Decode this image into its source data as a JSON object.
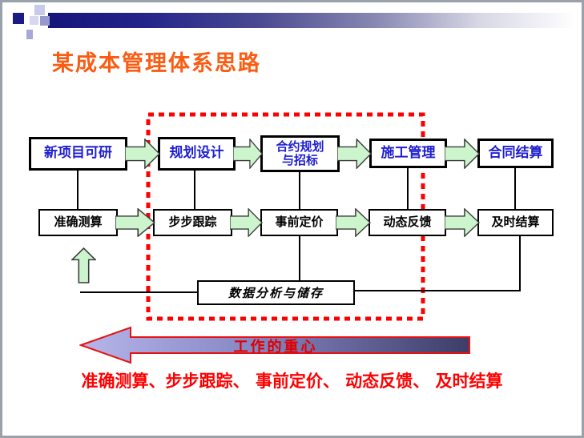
{
  "slide": {
    "title": "某成本管理体系思路",
    "flow": {
      "row1": [
        {
          "label": "新项目可研"
        },
        {
          "label": "规划设计"
        },
        {
          "label": "合约规划",
          "label2": "与招标"
        },
        {
          "label": "施工管理"
        },
        {
          "label": "合同结算"
        }
      ],
      "row2": [
        {
          "label": "准确测算"
        },
        {
          "label": "步步跟踪"
        },
        {
          "label": "事前定价"
        },
        {
          "label": "动态反馈"
        },
        {
          "label": "及时结算"
        }
      ],
      "storage_label": "数据分析与储存",
      "focus_arrow_label": "工作的重心",
      "emphasis_text": "准确测算、步步跟踪、 事前定价、 动态反馈、 及时结算"
    },
    "colors": {
      "title_orange": "#f95c12",
      "row1_text_blue": "#1e1ecf",
      "green_arrow_fill": "#cdf5cd",
      "dotted_border_red": "#ff0000",
      "focus_gradient_left": "#b6b6ea",
      "focus_gradient_right": "#3d3d68",
      "focus_arrow_outline": "#e81010",
      "emphasis_red": "#ff0000",
      "header_bar_navy": "#15157a"
    }
  }
}
